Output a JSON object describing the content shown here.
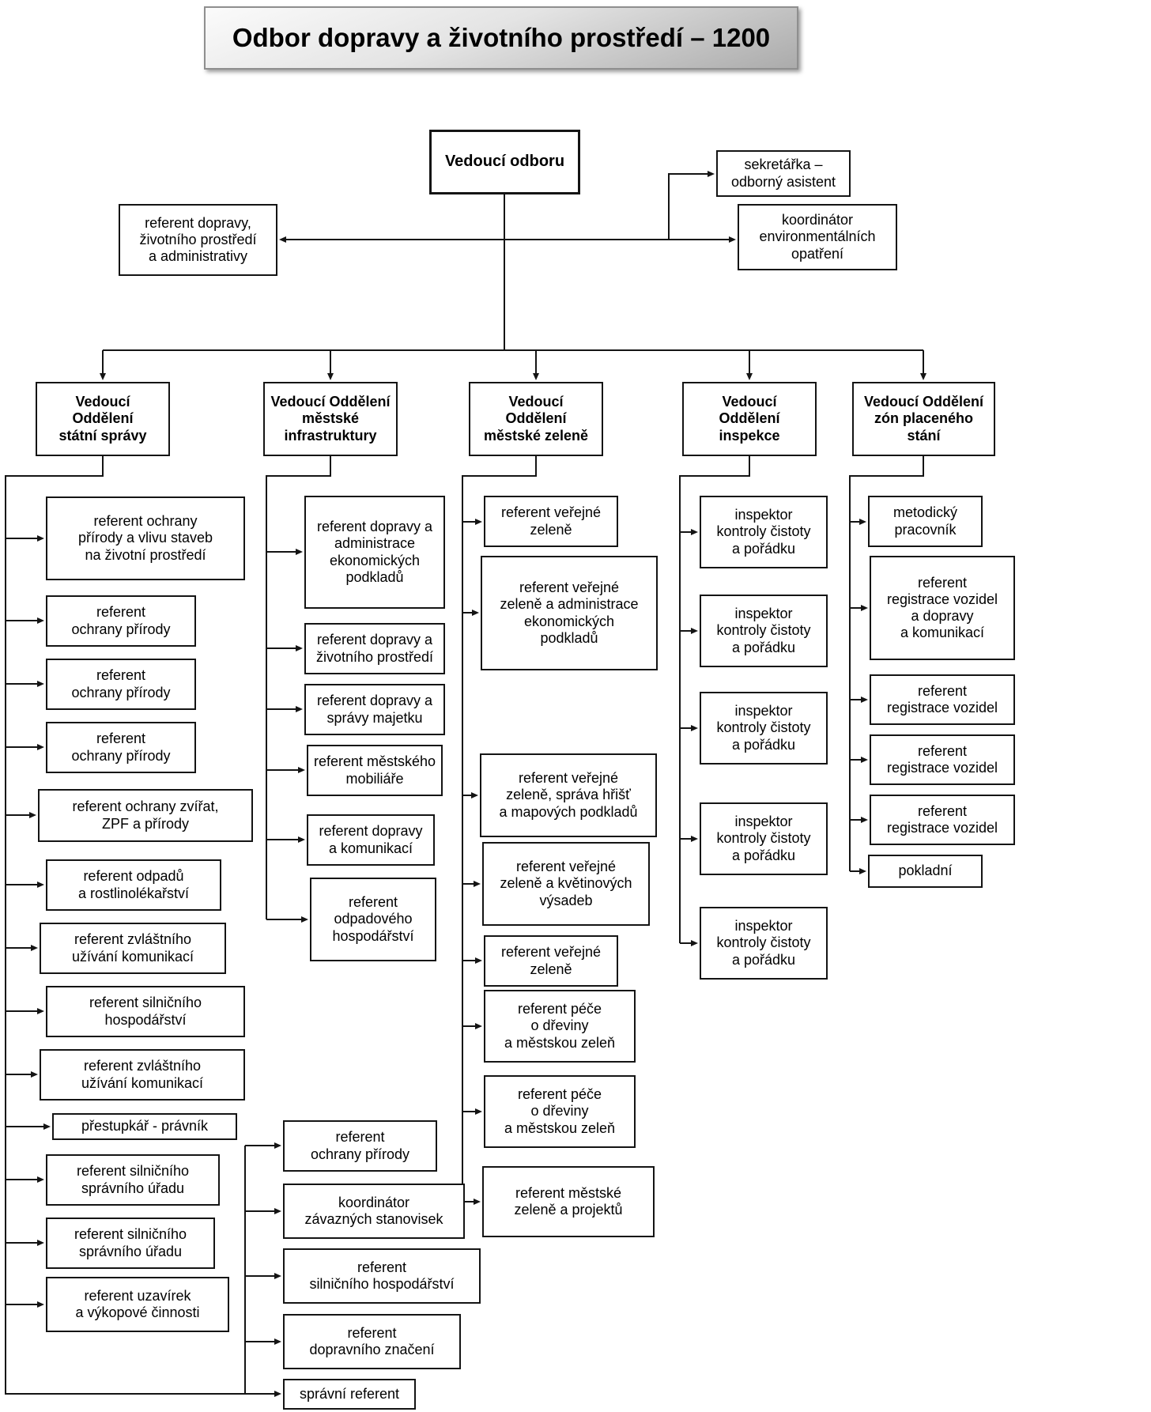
{
  "title": "Odbor dopravy a životního prostředí – 1200",
  "top": {
    "head": "Vedoucí odboru",
    "secretary": "sekretářka –\nodborný asistent",
    "environment_coordinator": "koordinátor\nenvironmentálních\nopatření",
    "transport_referent": "referent dopravy,\nživotního prostředí\na administrativy"
  },
  "departments": [
    {
      "label": "Vedoucí\nOddělení\nstátní správy",
      "children": [
        "referent ochrany\npřírody a vlivu staveb\nna životní prostředí",
        "referent\nochrany přírody",
        "referent\nochrany přírody",
        "referent\nochrany přírody",
        "referent ochrany zvířat,\nZPF a přírody",
        "referent odpadů\na rostlinolékařství",
        "referent zvláštního\nužívání komunikací",
        "referent silničního\nhospodářství",
        "referent zvláštního\nužívání komunikací",
        "přestupkář - právník",
        "referent silničního\nsprávního úřadu",
        "referent silničního\nsprávního úřadu",
        "referent uzavírek\na výkopové činnosti"
      ]
    },
    {
      "label": "Vedoucí Oddělení\nměstské\ninfrastruktury",
      "children": [
        "referent dopravy a\nadministrace\nekonomických\npodkladů",
        "referent dopravy a\nživotního prostředí",
        "referent dopravy a\nsprávy majetku",
        "referent městského\nmobiliáře",
        "referent dopravy\na komunikací",
        "referent\nodpadového\nhospodářství"
      ]
    },
    {
      "label": "Vedoucí\nOddělení\nměstské zeleně",
      "children": [
        "referent veřejné\nzeleně",
        "referent veřejné\nzeleně a administrace\nekonomických\npodkladů",
        "referent veřejné\nzeleně, správa hřišť\na mapových podkladů",
        "referent veřejné\nzeleně a květinových\nvýsadeb",
        "referent veřejné\nzeleně",
        "referent péče\no dřeviny\na městskou zeleň",
        "referent péče\no dřeviny\na městskou zeleň",
        "referent městské\nzeleně a projektů"
      ]
    },
    {
      "label": "Vedoucí\nOddělení\ninspekce",
      "children": [
        "inspektor\nkontroly čistoty\na pořádku",
        "inspektor\nkontroly čistoty\na pořádku",
        "inspektor\nkontroly čistoty\na pořádku",
        "inspektor\nkontroly čistoty\na pořádku",
        "inspektor\nkontroly čistoty\na pořádku"
      ]
    },
    {
      "label": "Vedoucí Oddělení\nzón placeného\nstání",
      "children": [
        "metodický\npracovník",
        "referent\nregistrace vozidel\na dopravy\na komunikací",
        "referent\nregistrace vozidel",
        "referent\nregistrace vozidel",
        "referent\nregistrace vozidel",
        "pokladní"
      ]
    }
  ],
  "extra_group": {
    "children": [
      "referent\nochrany přírody",
      "koordinátor\nzávazných stanovisek",
      "referent\nsilničního hospodářství",
      "referent\ndopravního značení",
      "správní referent"
    ]
  },
  "colors": {
    "box_border": "#141414",
    "line": "#141414",
    "title_border": "#8f8f8f",
    "title_bg_top": "#fbfbfb",
    "title_bg_bottom": "#ababab"
  }
}
